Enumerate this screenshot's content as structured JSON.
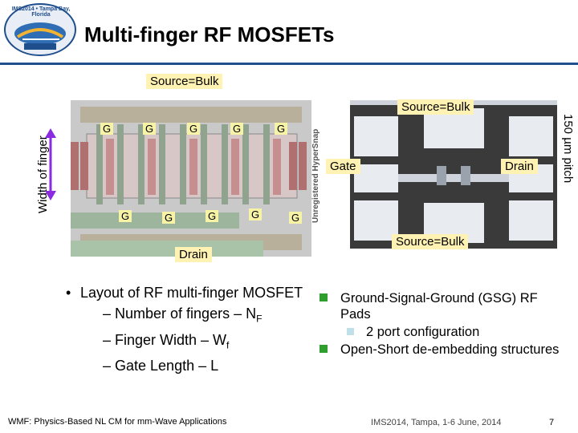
{
  "slide": {
    "title": "Multi-finger RF MOSFETs",
    "logo_text": "IMS2014 • Tampa Bay, Florida"
  },
  "layout_figure": {
    "source_bulk_top": "Source=Bulk",
    "drain_label": "Drain",
    "width_label": "Width of finger",
    "watermark": "Unregistered HyperSnap",
    "gate_labels_top": [
      "G",
      "G",
      "G",
      "G",
      "G"
    ],
    "gate_labels_bottom": [
      "G",
      "G",
      "G",
      "G",
      "G"
    ]
  },
  "photo_figure": {
    "source_bulk_top": "Source=Bulk",
    "source_bulk_bottom": "Source=Bulk",
    "gate_label": "Gate",
    "drain_label": "Drain",
    "pitch_label": "150 µm pitch"
  },
  "left_bullets": {
    "main": "Layout of RF multi-finger MOSFET",
    "subs": [
      "– Number of fingers – N",
      "– Finger Width – W",
      "– Gate Length – L"
    ],
    "sub_subscripts": [
      "F",
      "f",
      ""
    ]
  },
  "right_bullets": {
    "items": [
      {
        "text": "Ground-Signal-Ground (GSG) RF Pads",
        "level": 1
      },
      {
        "text": "2 port configuration",
        "level": 2
      },
      {
        "text": "Open-Short de-embedding structures",
        "level": 1
      }
    ]
  },
  "footer": {
    "left": "WMF: Physics-Based NL CM for mm-Wave Applications",
    "center": "IMS2014, Tampa, 1-6 June, 2014",
    "page": "7"
  },
  "colors": {
    "accent": "#1f4e8c",
    "bullet_green": "#2e9e2e",
    "tag_bg": "#fff2b3",
    "arrow": "#8a2be2"
  }
}
